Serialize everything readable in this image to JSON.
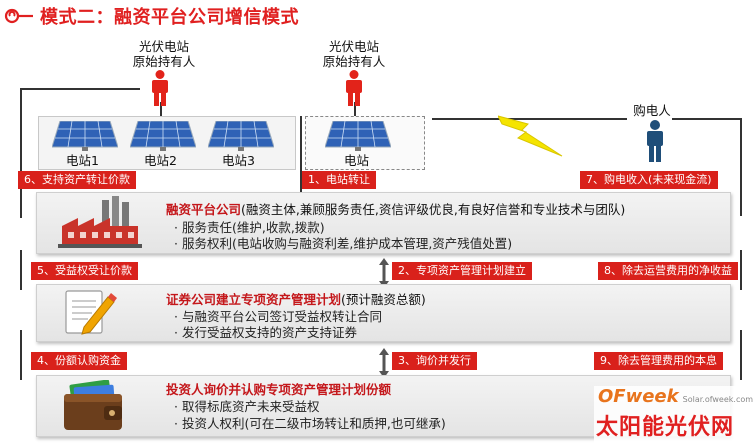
{
  "title": "模式二：融资平台公司增信模式",
  "owners": {
    "left": [
      "光伏电站",
      "原始持有人"
    ],
    "right": [
      "光伏电站",
      "原始持有人"
    ]
  },
  "buyer_label": "购电人",
  "stations": {
    "left": [
      "电站1",
      "电站2",
      "电站3"
    ],
    "right": "电站"
  },
  "tags": {
    "t1": "1、电站转让",
    "t2": "2、专项资产管理计划建立",
    "t3": "3、询价并发行",
    "t4": "4、份额认购资金",
    "t5": "5、受益权受让价款",
    "t6": "6、支持资产转让价款",
    "t7": "7、购电收入(未来现金流)",
    "t8": "8、除去运营费用的净收益",
    "t9": "9、除去管理费用的本息"
  },
  "rows": {
    "platform": {
      "title_highlight": "融资平台公司",
      "title_rest": "(融资主体,兼顾服务责任,资信评级优良,有良好信誉和专业技术与团队)",
      "lines": [
        "服务责任(维护,收款,拨款)",
        "服务权利(电站收购与融资利差,维护成本管理,资产残值处置)"
      ]
    },
    "securities": {
      "title_highlight": "证券公司建立专项资产管理计划",
      "title_rest": "(预计融资总额)",
      "lines": [
        "与融资平台公司签订受益权转让合同",
        "发行受益权支持的资产支持证券"
      ]
    },
    "investors": {
      "title_highlight": "投资人询价并认购专项资产管理计划份额",
      "title_rest": "",
      "lines": [
        "取得标底资产未来受益权",
        "投资人权利(可在二级市场转让和质押,也可继承)"
      ]
    },
    "bullet": "·"
  },
  "logo": {
    "brand": "OFweek",
    "site": "Solar.ofweek.com",
    "cn": "太阳能光伏网"
  },
  "colors": {
    "accent": "#d9211b",
    "person_red": "#e2231a",
    "person_blue": "#1f4e79",
    "panel_blue": "#2f62b6",
    "box_gray": "#e8e8e8"
  }
}
